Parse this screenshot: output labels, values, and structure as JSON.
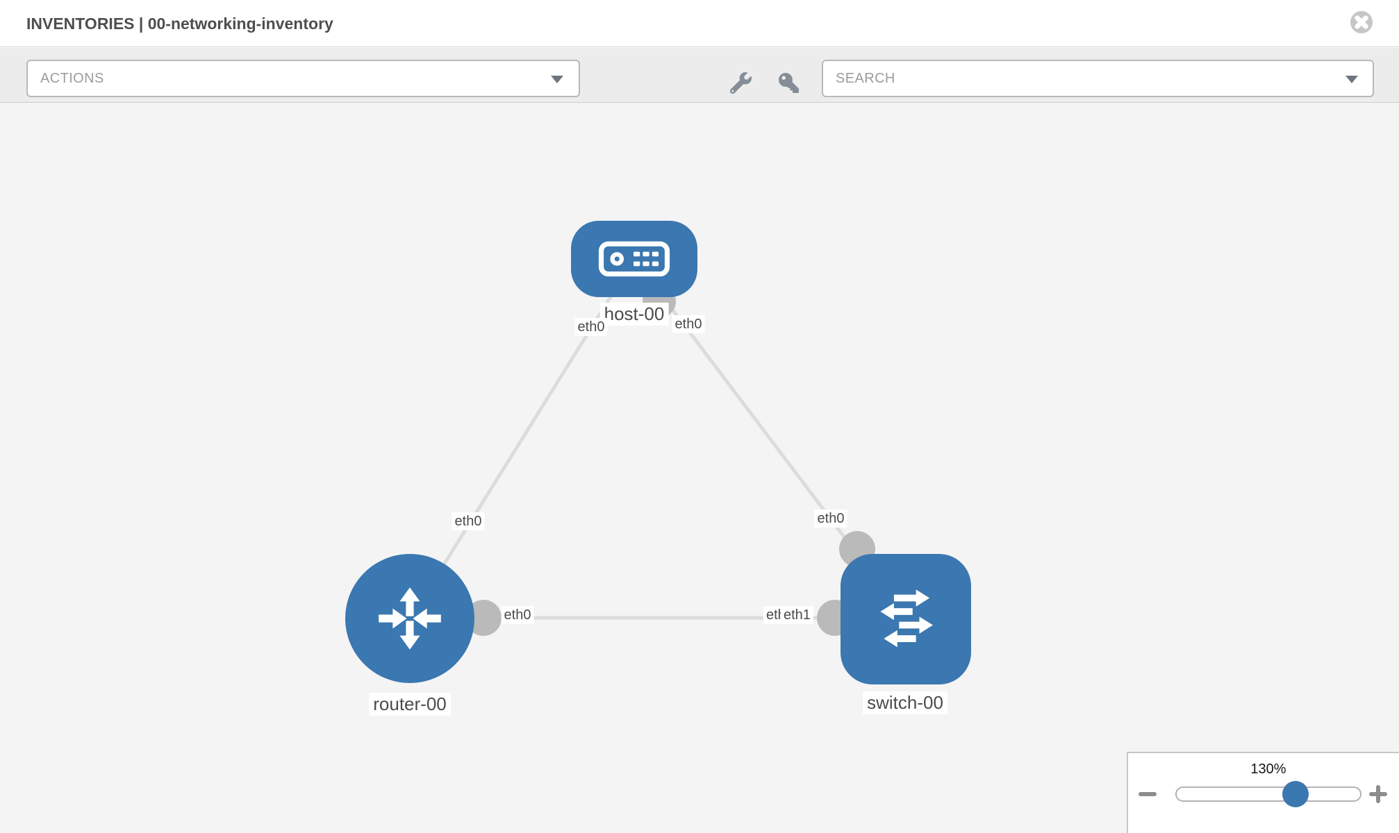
{
  "header": {
    "title": "INVENTORIES | 00-networking-inventory"
  },
  "toolbar": {
    "actions_label": "ACTIONS",
    "search_label": "SEARCH"
  },
  "icons": {
    "close": "times-circle-icon",
    "wrench": "wrench-icon",
    "key": "key-icon",
    "dropdown_caret": "chevron-down-icon",
    "zoom_out": "minus-icon",
    "zoom_in": "plus-icon",
    "host": "host-device-icon",
    "router": "router-arrows-icon",
    "switch": "switch-arrows-icon"
  },
  "colors": {
    "node_blue": "#3B77B0",
    "link_gray": "#DCDCDC",
    "endpoint_gray": "#BABABA",
    "canvas_bg": "#F4F4F4",
    "toolbar_bg": "#ECECEC"
  },
  "topology": {
    "nodes": [
      {
        "id": "host-00",
        "type": "host",
        "label": "host-00"
      },
      {
        "id": "router-00",
        "type": "router",
        "label": "router-00"
      },
      {
        "id": "switch-00",
        "type": "switch",
        "label": "switch-00"
      }
    ],
    "links": [
      {
        "from": "router-00",
        "from_port": "eth0",
        "to": "host-00",
        "to_port": "eth0"
      },
      {
        "from": "host-00",
        "from_port": "eth0",
        "to": "switch-00",
        "to_port": "eth0"
      },
      {
        "from": "router-00",
        "from_port": "eth0",
        "to": "switch-00",
        "to_port": "eth1"
      }
    ],
    "port_labels": {
      "host_left": "eth0",
      "host_right": "eth0",
      "router_top": "eth0",
      "router_right": "eth0",
      "switch_top": "eth0",
      "switch_left_back": "eth0",
      "switch_left_front": "eth1"
    }
  },
  "zoom_panel": {
    "level": "130%"
  }
}
